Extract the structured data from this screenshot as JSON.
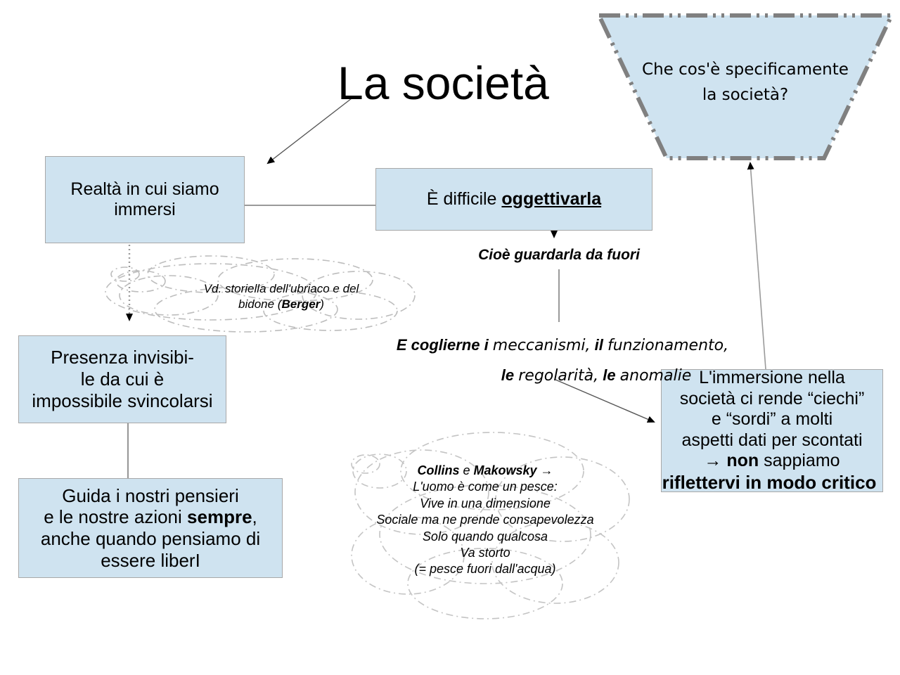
{
  "page": {
    "title": "La società",
    "background": "#ffffff",
    "box_fill": "#cfe3f0",
    "box_border": "#a8a8a8",
    "shape_border": "#808080",
    "cloud_stroke": "#bdbdbd",
    "connector_color": "#9a9a9a",
    "arrow_color": "#000000",
    "text_color": "#000000"
  },
  "question_shape": {
    "name": "trapezoid",
    "line1": "Che cos'è specificamente",
    "line2": "la società?"
  },
  "boxes": {
    "realta": {
      "line1": "Realtà in cui siamo",
      "line2": "immersi"
    },
    "oggettivarla": {
      "prefix": "È difficile ",
      "emphasis": "oggettivarla"
    },
    "presenza": {
      "line1": "Presenza invisibi-",
      "line2": "le da cui è",
      "line3": "impossibile svincolarsi"
    },
    "guida": {
      "line1": "Guida i nostri pensieri",
      "line2_a": "e le nostre azioni ",
      "line2_b": "sempre",
      "line2_c": ",",
      "line3": "anche quando pensiamo di",
      "line4": "essere liberI"
    },
    "immersione": {
      "line1": "L'immersione nella",
      "line2": "società ci rende “ciechi”",
      "line3": "e “sordi” a molti",
      "line4": "aspetti dati per scontati",
      "line5_a": "→ ",
      "line5_b": "non",
      "line5_c": " sappiamo",
      "line6": "riflettervi in modo critico"
    }
  },
  "free_texts": {
    "cioe": "Cioè guardarla da fuori",
    "cogliere_line1_a": "E coglierne i ",
    "cogliere_line1_b": "meccanismi,",
    "cogliere_line1_c": " il ",
    "cogliere_line1_d": "funzionamento,",
    "cogliere_line2_a": "le ",
    "cogliere_line2_b": "regolarità,",
    "cogliere_line2_c": " le ",
    "cogliere_line2_d": "anomalie"
  },
  "clouds": {
    "berger": {
      "line1": "Vd. storiella dell'ubriaco e del",
      "line2_a": "bidone (",
      "line2_b": "Berger",
      "line2_c": ")"
    },
    "collins": {
      "line1_a": "Collins",
      "line1_b": " e ",
      "line1_c": "Makowsky",
      "line1_d": " →",
      "line2": "L'uomo è come un pesce:",
      "line3": "Vive in una dimensione",
      "line4": "Sociale ma ne prende consapevolezza",
      "line5": "Solo quando qualcosa",
      "line6": "Va storto",
      "line7": "(= pesce fuori dall'acqua)"
    }
  }
}
